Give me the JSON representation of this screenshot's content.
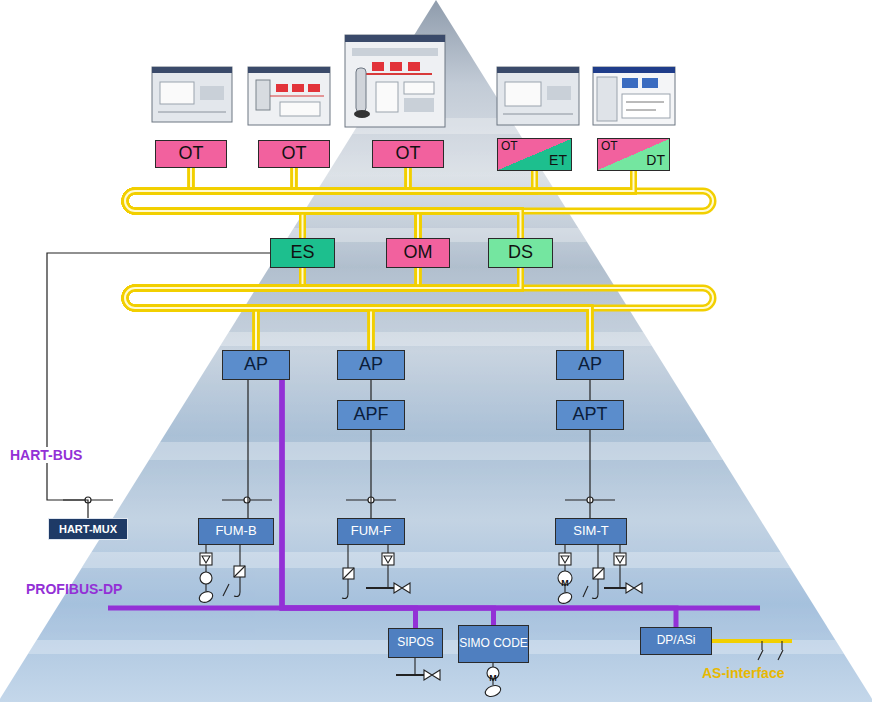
{
  "diagram": {
    "nodes": [
      {
        "text": [
          "OT"
        ]
      },
      {
        "text": [
          "OT"
        ]
      },
      {
        "text": [
          "OT"
        ]
      },
      {
        "text": [
          "OT",
          "ET"
        ]
      },
      {
        "text": [
          "OT",
          "DT"
        ]
      },
      {
        "text": [
          "ES"
        ]
      },
      {
        "text": [
          "OM"
        ]
      },
      {
        "text": [
          "DS"
        ]
      },
      {
        "text": [
          "AP"
        ]
      },
      {
        "text": [
          "AP"
        ]
      },
      {
        "text": [
          "AP"
        ]
      },
      {
        "text": [
          "APF"
        ]
      },
      {
        "text": [
          "APT"
        ]
      },
      {
        "text": [
          "HART-MUX"
        ]
      },
      {
        "text": [
          "FUM-B"
        ]
      },
      {
        "text": [
          "FUM-F"
        ]
      },
      {
        "text": [
          "SIM-T"
        ]
      },
      {
        "text": [
          "SIPOS"
        ]
      },
      {
        "text": [
          "SIMO CODE"
        ]
      },
      {
        "text": [
          "DP/ASi"
        ]
      }
    ],
    "edges": [
      {
        "from": 0,
        "to": 5,
        "arrow": "none"
      },
      {
        "from": 0,
        "to": 6,
        "arrow": "none"
      },
      {
        "from": 0,
        "to": 7,
        "arrow": "none"
      },
      {
        "from": 1,
        "to": 5,
        "arrow": "none"
      },
      {
        "from": 1,
        "to": 6,
        "arrow": "none"
      },
      {
        "from": 1,
        "to": 7,
        "arrow": "none"
      },
      {
        "from": 2,
        "to": 5,
        "arrow": "none"
      },
      {
        "from": 2,
        "to": 6,
        "arrow": "none"
      },
      {
        "from": 2,
        "to": 7,
        "arrow": "none"
      },
      {
        "from": 3,
        "to": 5,
        "arrow": "none"
      },
      {
        "from": 3,
        "to": 6,
        "arrow": "none"
      },
      {
        "from": 3,
        "to": 7,
        "arrow": "none"
      },
      {
        "from": 4,
        "to": 5,
        "arrow": "none"
      },
      {
        "from": 4,
        "to": 6,
        "arrow": "none"
      },
      {
        "from": 4,
        "to": 7,
        "arrow": "none"
      },
      {
        "from": 5,
        "to": 8,
        "arrow": "none"
      },
      {
        "from": 5,
        "to": 9,
        "arrow": "none"
      },
      {
        "from": 5,
        "to": 10,
        "arrow": "none"
      },
      {
        "from": 6,
        "to": 8,
        "arrow": "none"
      },
      {
        "from": 6,
        "to": 9,
        "arrow": "none"
      },
      {
        "from": 6,
        "to": 10,
        "arrow": "none"
      },
      {
        "from": 7,
        "to": 8,
        "arrow": "none"
      },
      {
        "from": 7,
        "to": 9,
        "arrow": "none"
      },
      {
        "from": 7,
        "to": 10,
        "arrow": "none"
      },
      {
        "from": 9,
        "to": 11,
        "arrow": "none"
      },
      {
        "from": 10,
        "to": 12,
        "arrow": "none"
      },
      {
        "from": 8,
        "to": 14,
        "arrow": "none"
      },
      {
        "from": 11,
        "to": 15,
        "arrow": "none"
      },
      {
        "from": 12,
        "to": 16,
        "arrow": "none"
      },
      {
        "from": 5,
        "to": 13,
        "arrow": "none"
      },
      {
        "from": 8,
        "to": 17,
        "arrow": "none"
      },
      {
        "from": 8,
        "to": 18,
        "arrow": "none"
      },
      {
        "from": 8,
        "to": 19,
        "arrow": "none"
      }
    ],
    "labels": [
      "HART-BUS",
      "PROFIBUS-DP",
      "M",
      "M",
      "AS-interface"
    ]
  }
}
